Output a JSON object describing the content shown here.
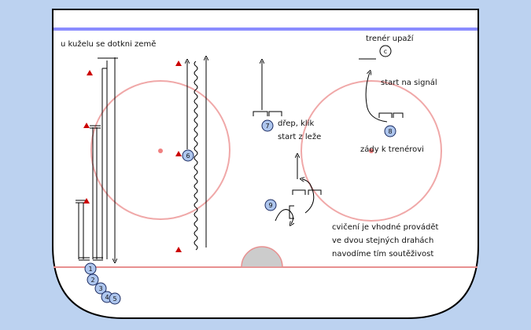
{
  "colors": {
    "background": "#bcd2f0",
    "rink_fill": "#ffffff",
    "rink_border": "#000000",
    "blue_line": "#8a8cff",
    "goal_line": "#e89090",
    "circle": "#f0a8a8",
    "spot": "#f08080",
    "crease": "#cccccc",
    "cone": "#cc0000",
    "player_fill": "#aec6ee",
    "player_stroke": "#1a2a60"
  },
  "icons": {
    "cone": "triangle-cone-icon",
    "player": "numbered-circle-player-icon",
    "coach": "letter-c-circle-coach-icon"
  },
  "labels": {
    "cone_touch": "u kuželu se dotkni země",
    "coach_raise": "trenér upaží",
    "start_signal": "start na signál",
    "squat_kneel": "dřep, klik",
    "start_lying": "start z leže",
    "back_to_coach": "zády k trenérovi",
    "note_line1": "cvičení je vhodné provádět",
    "note_line2": "ve dvou stejných drahách",
    "note_line3": "navodíme tím soutěživost"
  },
  "players": [
    "1",
    "2",
    "3",
    "4",
    "5",
    "6",
    "7",
    "8",
    "9"
  ],
  "coach_letter": "c"
}
